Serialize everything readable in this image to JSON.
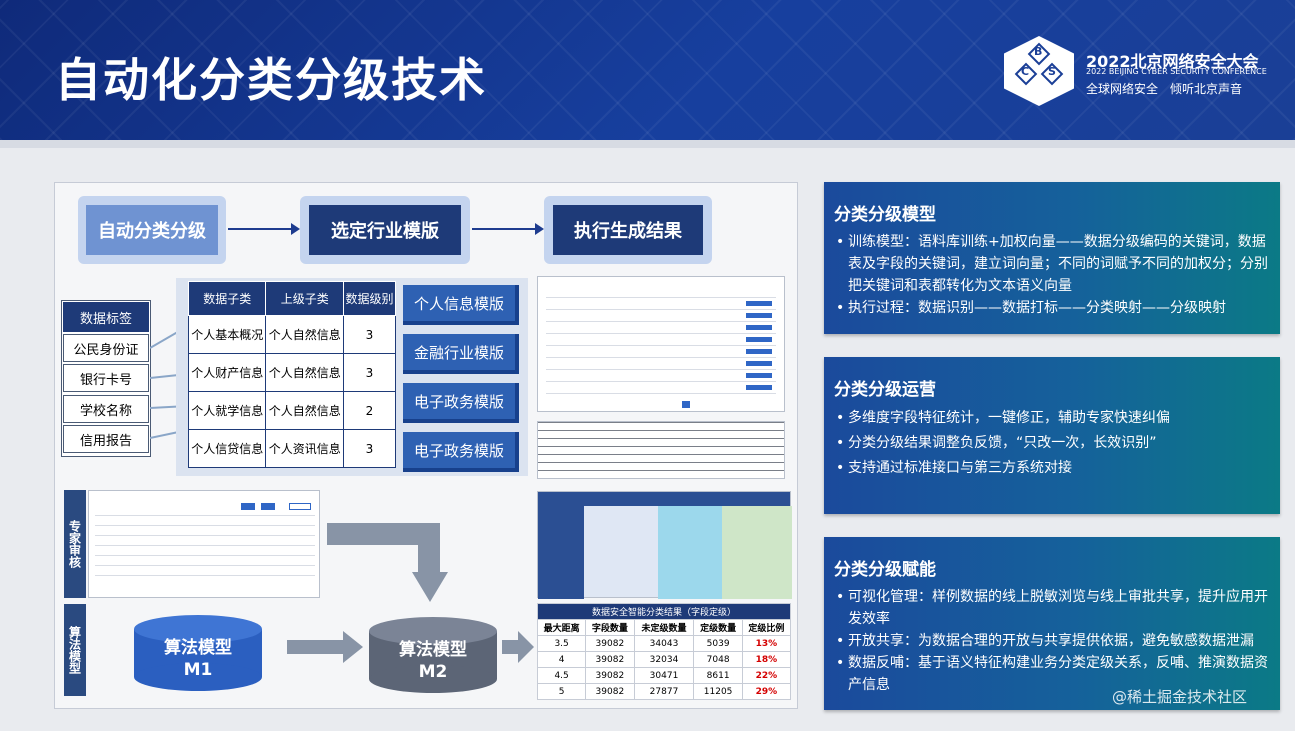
{
  "header": {
    "title": "自动化分类分级技术",
    "conf_title": "2022北京网络安全大会",
    "conf_en": "2022 BEIJING CYBER SECURITY CONFERENCE",
    "conf_slogan": "全球网络安全　倾听北京声音",
    "logo_letters": [
      "B",
      "C",
      "S"
    ]
  },
  "flow": {
    "step1": "自动分类分级",
    "step2": "选定行业模版",
    "step3": "执行生成结果"
  },
  "tags": {
    "header": "数据标签",
    "items": [
      "公民身份证",
      "银行卡号",
      "学校名称",
      "信用报告"
    ]
  },
  "mapping": {
    "headers": [
      "数据子类",
      "上级子类",
      "数据级别"
    ],
    "rows": [
      [
        "个人基本概况",
        "个人自然信息",
        "3"
      ],
      [
        "个人财产信息",
        "个人自然信息",
        "3"
      ],
      [
        "个人就学信息",
        "个人自然信息",
        "2"
      ],
      [
        "个人信贷信息",
        "个人资讯信息",
        "3"
      ]
    ]
  },
  "templates": [
    "个人信息模版",
    "金融行业模版",
    "电子政务模版",
    "电子政务模版"
  ],
  "side": {
    "expert": "专家审核",
    "algo": "算法模型"
  },
  "models": {
    "m1_line1": "算法模型",
    "m1_line2": "M1",
    "m2_line1": "算法模型",
    "m2_line2": "M2"
  },
  "results": {
    "caption": "数据安全智能分类结果（字段定级）",
    "headers": [
      "最大距离",
      "字段数量",
      "未定级数量",
      "定级数量",
      "定级比例"
    ],
    "rows": [
      [
        "3.5",
        "39082",
        "34043",
        "5039",
        "13%"
      ],
      [
        "4",
        "39082",
        "32034",
        "7048",
        "18%"
      ],
      [
        "4.5",
        "39082",
        "30471",
        "8611",
        "22%"
      ],
      [
        "5",
        "39082",
        "27877",
        "11205",
        "29%"
      ]
    ]
  },
  "cards": [
    {
      "title": "分类分级模型",
      "items": [
        "训练模型：语料库训练+加权向量——数据分级编码的关键词，数据表及字段的关键词，建立词向量；不同的词赋予不同的加权分；分别把关键词和表都转化为文本语义向量",
        "执行过程：数据识别——数据打标——分类映射——分级映射"
      ]
    },
    {
      "title": "分类分级运营",
      "items": [
        "多维度字段特征统计，一键修正，辅助专家快速纠偏",
        "分类分级结果调整负反馈，“只改一次，长效识别”",
        "支持通过标准接口与第三方系统对接"
      ]
    },
    {
      "title": "分类分级赋能",
      "items": [
        "可视化管理：样例数据的线上脱敏浏览与线上审批共享，提升应用开发效率",
        "开放共享：为数据合理的开放与共享提供依据，避免敏感数据泄漏",
        "数据反哺：基于语义特征构建业务分类定级关系，反哺、推演数据资产信息"
      ]
    }
  ],
  "watermark": "@稀土掘金技术社区",
  "colors": {
    "header_bg": "#173f9e",
    "dark_navy": "#1e3a78",
    "card_start": "#1b4a9c",
    "card_end": "#0b7a86",
    "highlight_red": "#d40000"
  }
}
